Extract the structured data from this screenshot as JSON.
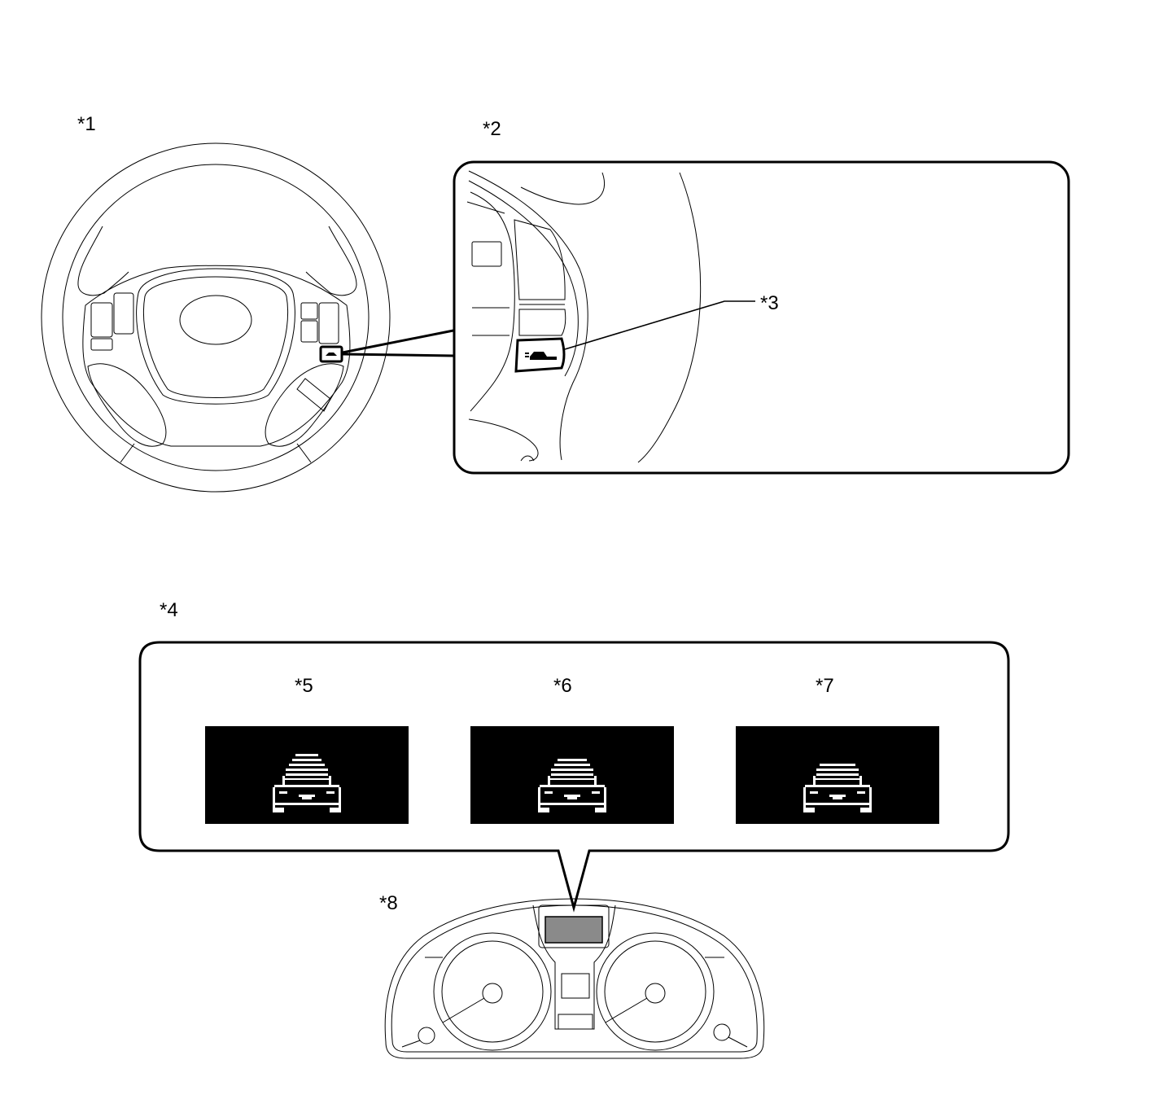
{
  "labels": {
    "steering_wheel": "*1",
    "switch_detail": "*2",
    "distance_switch": "*3",
    "display_group": "*4",
    "display_long": "*5",
    "display_middle": "*6",
    "display_short": "*7",
    "combination_meter": "*8"
  },
  "colors": {
    "line": "#000000",
    "display_background": "#000000",
    "display_icon": "#ffffff",
    "meter_highlight": "#8a8a8a"
  },
  "icons": {
    "distance_switch_symbol": "car-with-distance-bars-icon",
    "display_symbol": "car-with-distance-bars-icon"
  },
  "display_distance_bars": {
    "long": 4,
    "middle": 3,
    "short": 2
  }
}
